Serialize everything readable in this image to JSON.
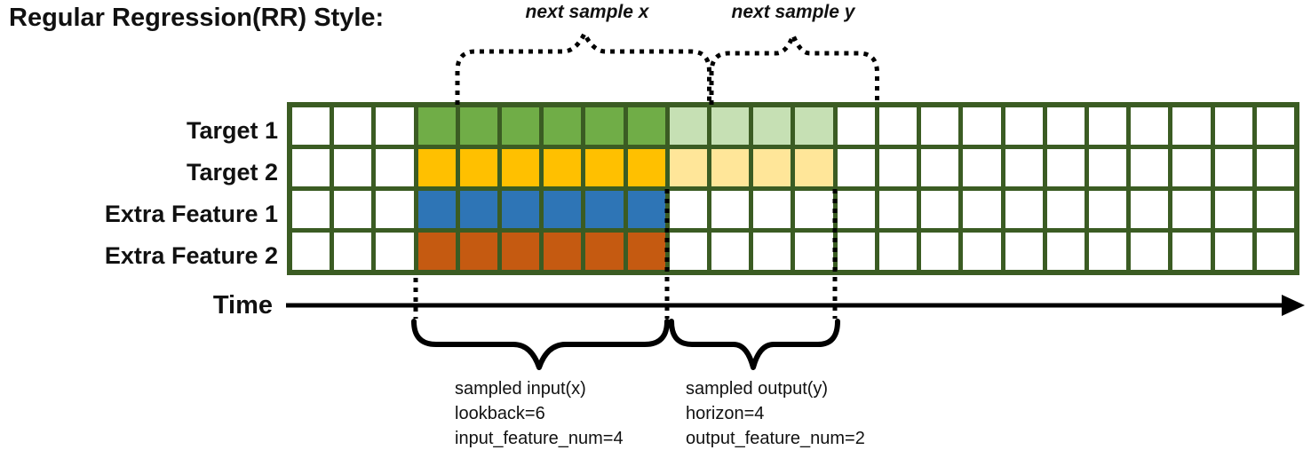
{
  "title": "Regular Regression(RR) Style:",
  "top_labels": {
    "next_sample_x": "next sample x",
    "next_sample_y": "next sample y"
  },
  "time_label": "Time",
  "grid": {
    "columns": 24,
    "input_start_col": 4,
    "lookback": 6,
    "horizon": 4,
    "border_color": "#3b5c23",
    "empty_cell_color": "#ffffff",
    "rows": [
      {
        "label": "Target 1",
        "input_color": "#70ad47",
        "output_color": "#c6e0b4"
      },
      {
        "label": "Target 2",
        "input_color": "#ffc000",
        "output_color": "#ffe699"
      },
      {
        "label": "Extra Feature 1",
        "input_color": "#2e75b6",
        "output_color": null
      },
      {
        "label": "Extra Feature 2",
        "input_color": "#c55a11",
        "output_color": null
      }
    ]
  },
  "input_annotation": {
    "line1": "sampled input(x)",
    "line2": "lookback=6",
    "line3": "input_feature_num=4"
  },
  "output_annotation": {
    "line1": "sampled output(y)",
    "line2": "horizon=4",
    "line3": "output_feature_num=2"
  },
  "line_color": "#000000"
}
